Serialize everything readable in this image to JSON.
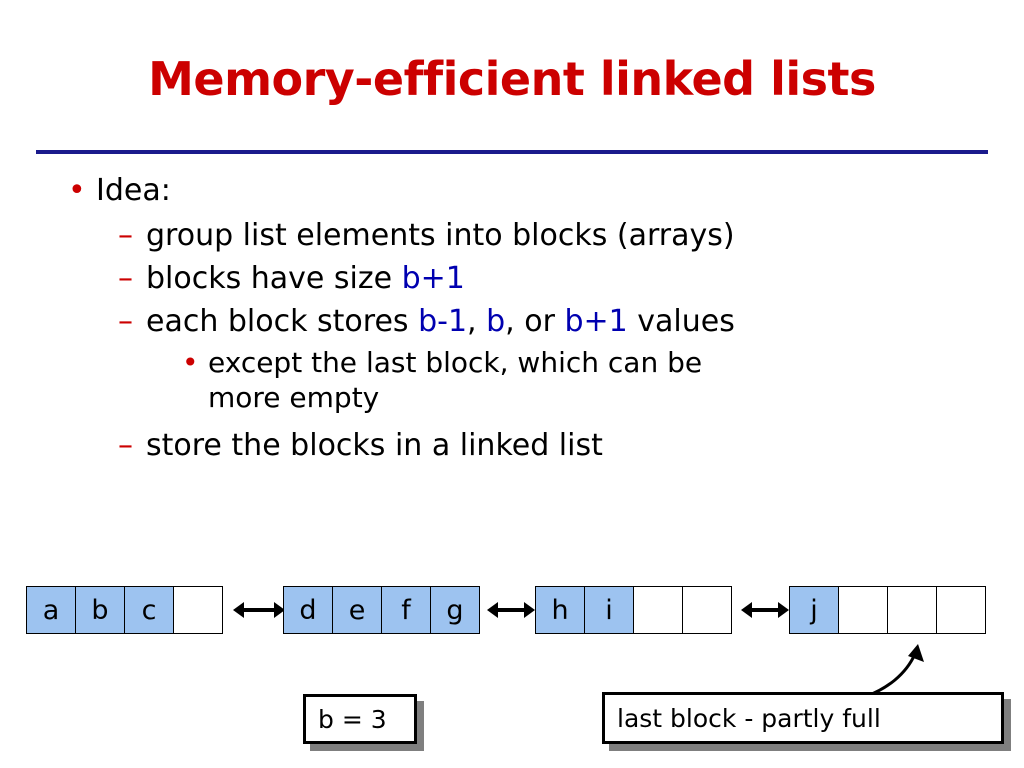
{
  "slide": {
    "title": "Memory-efficient linked lists",
    "bullets": {
      "idea": "Idea:",
      "sub1": "group list elements into blocks (arrays)",
      "sub2_pre": "blocks have size ",
      "sub2_val": "b+1",
      "sub3_pre": "each block stores ",
      "sub3_v1": "b-1",
      "sub3_sep1": ", ",
      "sub3_v2": "b",
      "sub3_sep2": ", or ",
      "sub3_v3": "b+1",
      "sub3_post": " values",
      "sub3_note_line1": "except the last block, which can be",
      "sub3_note_line2": "more empty",
      "sub4": "store the blocks in a linked list"
    },
    "diagram": {
      "blocks": [
        {
          "cells": [
            "a",
            "b",
            "c",
            ""
          ]
        },
        {
          "cells": [
            "d",
            "e",
            "f",
            "g"
          ]
        },
        {
          "cells": [
            "h",
            "i",
            "",
            ""
          ]
        },
        {
          "cells": [
            "j",
            "",
            "",
            ""
          ]
        }
      ]
    },
    "callouts": {
      "b_value": "b = 3",
      "last_block": "last block - partly full"
    },
    "colors": {
      "title": "#cc0000",
      "rule": "#1a1a8c",
      "accent_blue": "#0000b0",
      "cell_fill": "#9dc3f0",
      "bullet_marker": "#cc0000"
    }
  }
}
